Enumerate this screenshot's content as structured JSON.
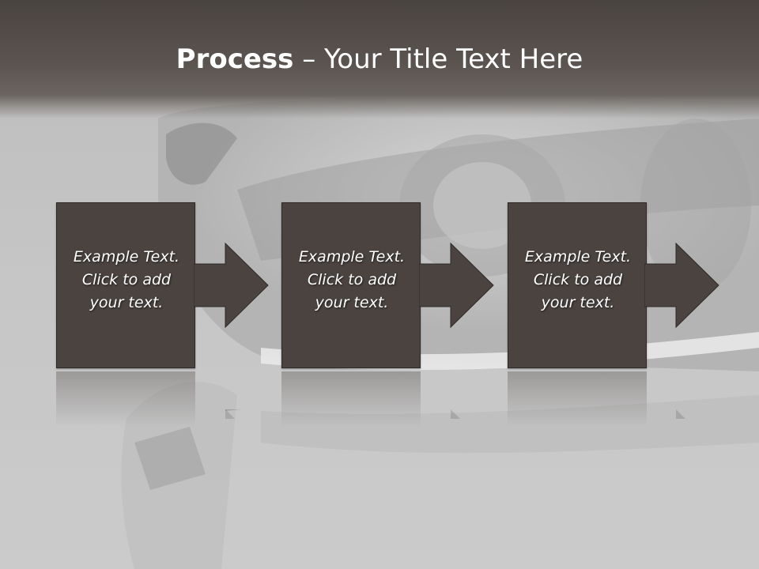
{
  "slide": {
    "title_bold": "Process",
    "title_separator": " – ",
    "title_rest": "Your Title Text Here",
    "steps": [
      {
        "line1": "Example Text.",
        "line2": "Click  to add",
        "line3": "your text."
      },
      {
        "line1": "Example Text.",
        "line2": "Click  to add",
        "line3": "your text."
      },
      {
        "line1": "Example Text.",
        "line2": "Click  to add",
        "line3": "your text."
      }
    ]
  },
  "colors": {
    "header": "#5b5450",
    "box": "#4a4340",
    "background": "#c9c9c9",
    "text": "#ffffff"
  },
  "icons": [
    "right-arrow-icon"
  ]
}
